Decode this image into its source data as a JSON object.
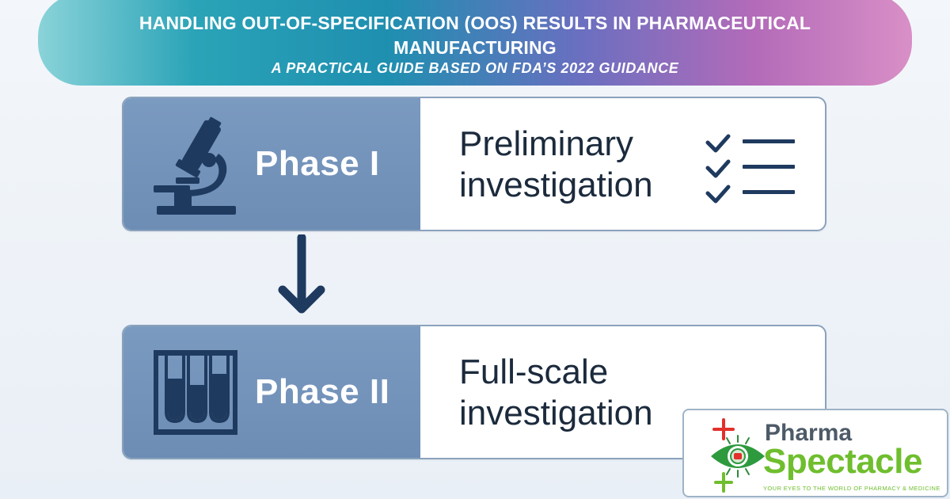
{
  "banner": {
    "title": "HANDLING OUT-OF-SPECIFICATION (OOS) RESULTS IN PHARMACEUTICAL MANUFACTURING",
    "subtitle": "A PRACTICAL GUIDE BASED ON FDA’S 2022 GUIDANCE"
  },
  "phases": [
    {
      "label": "Phase I",
      "description_line1": "Preliminary",
      "description_line2": "investigation",
      "icon": "microscope-icon",
      "extra_icon": "checklist-icon"
    },
    {
      "label": "Phase II",
      "description_line1": "Full-scale",
      "description_line2": "investigation",
      "icon": "test-tubes-icon"
    }
  ],
  "connector": {
    "icon": "down-arrow-icon"
  },
  "logo": {
    "line1": "Pharma",
    "line2": "Spectacle",
    "tagline": "YOUR EYES TO THE WORLD OF PHARMACY & MEDICINE"
  },
  "colors": {
    "phase_panel": "#7394bb",
    "icon_navy": "#1f3a5f",
    "text_dark": "#1b2a3c",
    "logo_green": "#6fbe2e",
    "logo_red": "#e2302b"
  }
}
